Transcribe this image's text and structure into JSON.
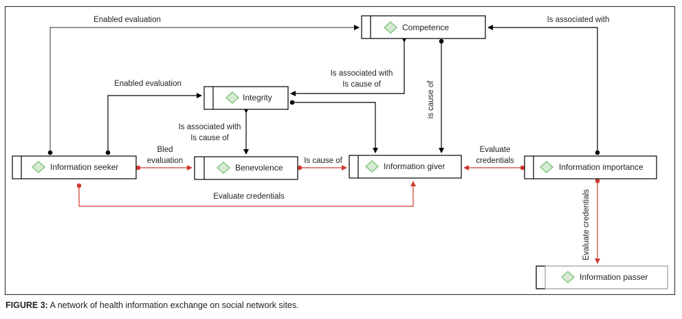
{
  "nodes": {
    "competence": {
      "label": "Competence"
    },
    "integrity": {
      "label": "Integrity"
    },
    "information_seeker": {
      "label": "Information seeker"
    },
    "benevolence": {
      "label": "Benevolence"
    },
    "information_giver": {
      "label": "Information giver"
    },
    "information_importance": {
      "label": "Information importance"
    },
    "information_passer": {
      "label": "Information passer"
    }
  },
  "edges": {
    "seeker_to_competence": {
      "label": "Enabled evaluation",
      "color": "#000000"
    },
    "seeker_to_integrity": {
      "label": "Enabled evaluation",
      "color": "#000000"
    },
    "competence_integrity": {
      "label_line1": "Is associated with",
      "label_line2": "Is cause of",
      "color": "#000000"
    },
    "integrity_benevolence": {
      "label_line1": "Is associated with",
      "label_line2": "Is cause of",
      "color": "#000000"
    },
    "integrity_to_giver": {
      "label": "",
      "color": "#000000"
    },
    "competence_to_giver": {
      "label": "is cause of",
      "color": "#000000"
    },
    "importance_to_competence": {
      "label": "Is associated with",
      "color": "#000000"
    },
    "seeker_to_benevolence": {
      "label_line1": "Bled",
      "label_line2": "evaluation",
      "color": "#d03a2f"
    },
    "benevolence_to_giver": {
      "label": "Is cause of",
      "color": "#d03a2f"
    },
    "seeker_to_giver": {
      "label": "Evaluate credentials",
      "color": "#d03a2f"
    },
    "importance_to_giver": {
      "label_line1": "Evaluate",
      "label_line2": "credentials",
      "color": "#d03a2f"
    },
    "importance_to_passer": {
      "label": "Evaluate credentials",
      "color": "#d03a2f"
    }
  },
  "colors": {
    "diamond_fill": "#d6ecd2",
    "diamond_stroke": "#8cc88a",
    "edge_black": "#000000",
    "edge_red": "#d03a2f"
  },
  "caption": {
    "prefix": "FIGURE 3:",
    "text": " A network of health information exchange on social network sites."
  }
}
